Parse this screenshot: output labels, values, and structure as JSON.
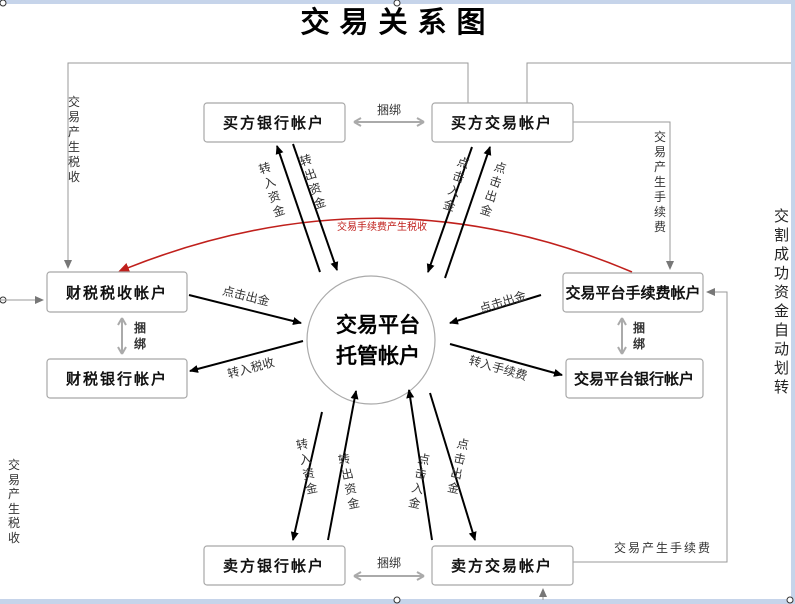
{
  "title": "交易关系图",
  "center": {
    "line1": "交易平台",
    "line2": "托管帐户"
  },
  "boxes": {
    "buyer_bank": "买方银行帐户",
    "buyer_trade": "买方交易帐户",
    "tax_account": "财税税收帐户",
    "tax_bank": "财税银行帐户",
    "fee_account": "交易平台手续费帐户",
    "platform_bank": "交易平台银行帐户",
    "seller_bank": "卖方银行帐户",
    "seller_trade": "卖方交易帐户"
  },
  "bind_label": "捆绑",
  "arrows": {
    "buyer_in": "转入资金",
    "buyer_out": "转出资金",
    "buyer_click_in": "点击入金",
    "buyer_click_out": "点击出金",
    "tax_click_out": "点击出金",
    "tax_in": "转入税收",
    "fee_click_out": "点击出金",
    "fee_in": "转入手续费",
    "seller_in": "转入资金",
    "seller_out": "转出资金",
    "seller_click_in": "点击入金",
    "seller_click_out": "点击出金"
  },
  "side_labels": {
    "left_top_tax": "交易产生税收",
    "right_fee": "交易产生手续费",
    "fee_tax_curve": "交易手续费产生税收",
    "right_settlement": "交割成功资金自动划转",
    "left_bottom_tax": "交易产生税收",
    "bottom_fee": "交易产生手续费"
  },
  "colors": {
    "curve": "#c0201c",
    "frame": "#c6d4ea"
  }
}
